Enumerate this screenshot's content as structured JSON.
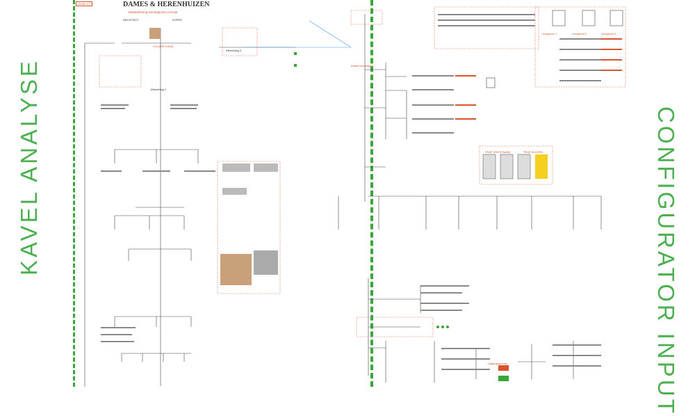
{
  "left_label": "KAVEL  ANALYSE",
  "right_label": "CONFIGURATOR  INPUT",
  "sheet": {
    "version_tag": "Versie 1.7",
    "title": "DAMES & HERENHUIZEN",
    "subtitle": "Maatoefening woningbouw concept",
    "architect": "ARCHITECT",
    "koper": "KOPER",
    "locatie": "LOCATIE KAVEL",
    "afbeelding_1": "Afbeelding 1",
    "afbeelding_2": "Afbeelding 2",
    "bouwlagen": "Aantal bouwlagen",
    "voorgevel_1": "Voorgevel 1",
    "voorgevel_2": "Voorgevel 2",
    "voorgevel_3": "Voorgevel 3",
    "trap_vrijstaand": "TRAP VRIJSTAAND",
    "trap_in_kern": "TRAP IN KERN",
    "uitgangspunten": "Uitgangspunten"
  },
  "colors": {
    "green": "#4caf50",
    "red": "#d9542b",
    "line": "#444444"
  }
}
